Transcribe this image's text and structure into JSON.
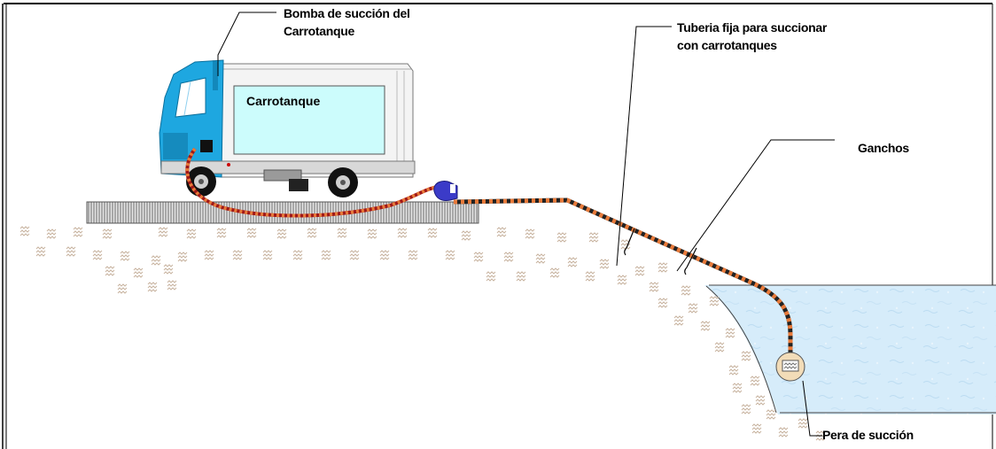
{
  "labels": {
    "pump": [
      "Bomba de succión del",
      "Carrotanque"
    ],
    "pipe": [
      "Tuberia fija para succionar",
      "con carrotanques"
    ],
    "hooks": "Ganchos",
    "strainer": "Pera de succión",
    "truck": "Carrotanque"
  },
  "colors": {
    "cab": "#1ea7e0",
    "cab_dark": "#0b6f9c",
    "box_panel": "#ccfcfc",
    "water": "#d6ecfa",
    "hose_dark": "#a01818",
    "hose_light": "#e87a3a",
    "gravel": "#c8b4a0",
    "pump": "#3b3bc8",
    "strainer": "#f2dcb8"
  },
  "icons": {
    "truck": "truck-icon",
    "pump": "pump-icon",
    "strainer": "strainer-icon",
    "hook": "hook-icon"
  }
}
